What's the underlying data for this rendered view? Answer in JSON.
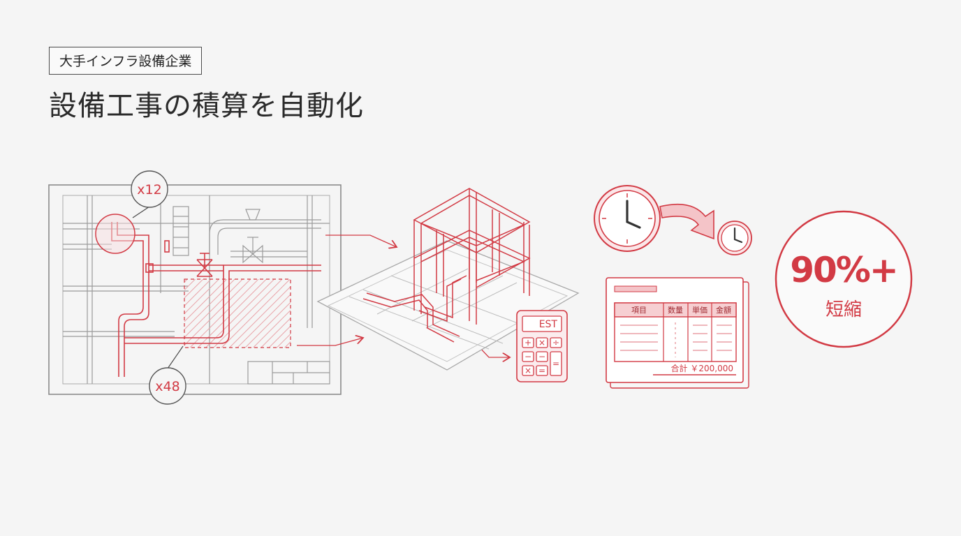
{
  "header": {
    "tag_label": "大手インフラ設備企業",
    "title": "設備工事の積算を自動化"
  },
  "drawing": {
    "count_badge_top": "x12",
    "count_badge_bottom": "x48"
  },
  "calculator": {
    "display": "EST",
    "keys": [
      "+",
      "×",
      "÷",
      "−",
      "−",
      "=",
      "×",
      "="
    ]
  },
  "estimate_sheet": {
    "columns": [
      "項目",
      "数量",
      "単価",
      "金額"
    ],
    "total": "合計 ￥200,000"
  },
  "result": {
    "value": "90%+",
    "label": "短縮"
  },
  "colors": {
    "accent": "#d23a44",
    "line_gray": "#8a8a8a",
    "background": "#f5f5f5"
  }
}
